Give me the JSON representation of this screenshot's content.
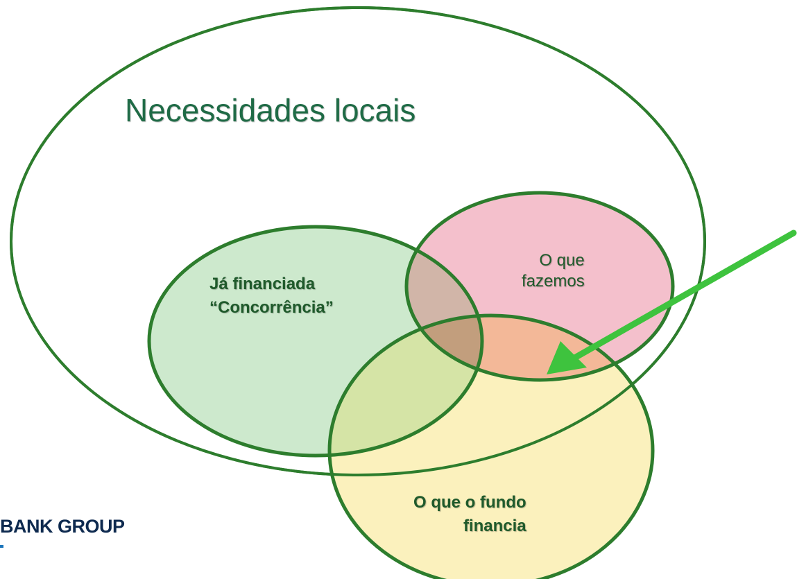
{
  "diagram": {
    "title": "Necessidades locais",
    "sets": [
      {
        "name": "ja_financiada",
        "lines": [
          "Já financiada",
          "“Concorrência”"
        ],
        "fill": "#cde9cd"
      },
      {
        "name": "o_que_fazemos",
        "lines": [
          "O que",
          "fazemos"
        ],
        "fill": "#f4c0cc"
      },
      {
        "name": "o_que_o_fundo_financia",
        "lines": [
          "O que o fundo",
          "financia"
        ],
        "fill": "#fbf1bd"
      }
    ],
    "colors": {
      "outline": "#2d7d2d",
      "arrow": "#3ec33e",
      "text": "#1f5a2b",
      "overlap_green_pink": "#d1b5a8",
      "overlap_pink_yellow": "#f3b898",
      "overlap_green_yellow": "#d5e4a6",
      "overlap_all": "#c29e7d"
    }
  },
  "logo": {
    "text": "BANK GROUP"
  }
}
